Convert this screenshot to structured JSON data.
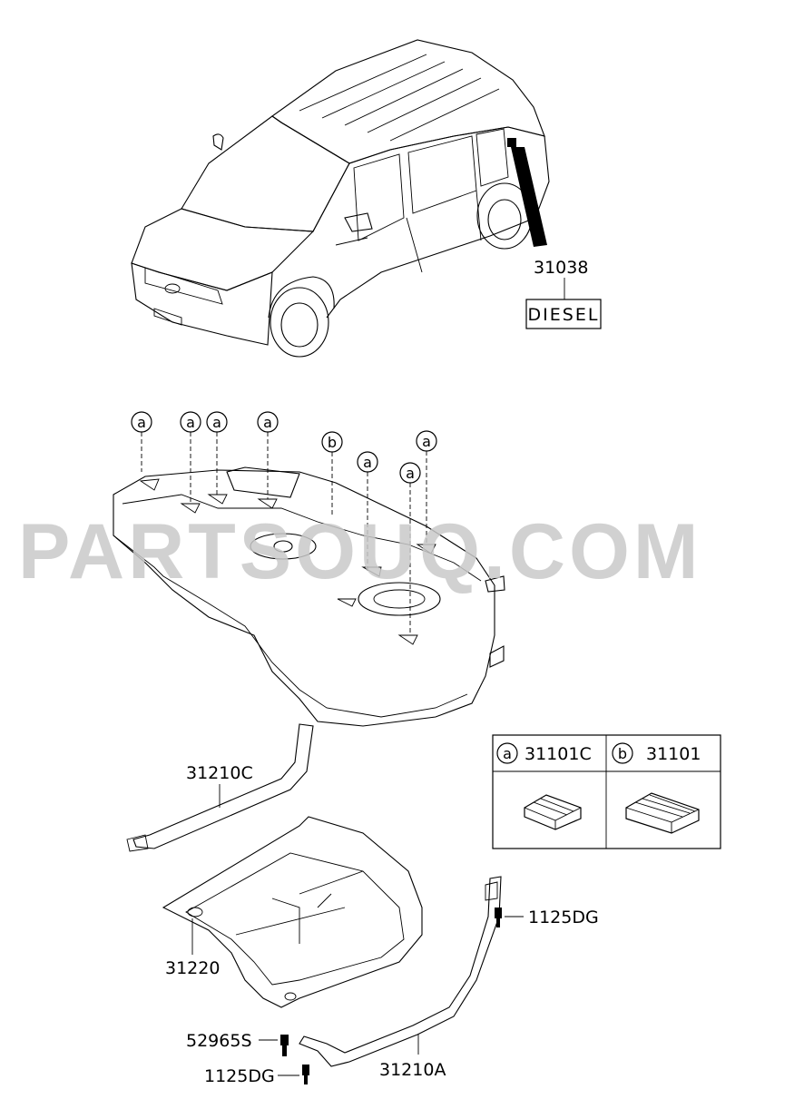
{
  "watermark": "PARTSOUQ.COM",
  "parts": {
    "emblem": "31038",
    "emblem_text": "DIESEL",
    "tank_pad_a": "a",
    "tank_pad_b": "b",
    "strap_c": "31210C",
    "guard": "31220",
    "bolt_right": "1125DG",
    "bolt_left": "1125DG",
    "screw": "52965S",
    "strap_a": "31210A"
  },
  "legend": {
    "col_a": {
      "letter": "a",
      "part": "31101C"
    },
    "col_b": {
      "letter": "b",
      "part": "31101"
    }
  }
}
